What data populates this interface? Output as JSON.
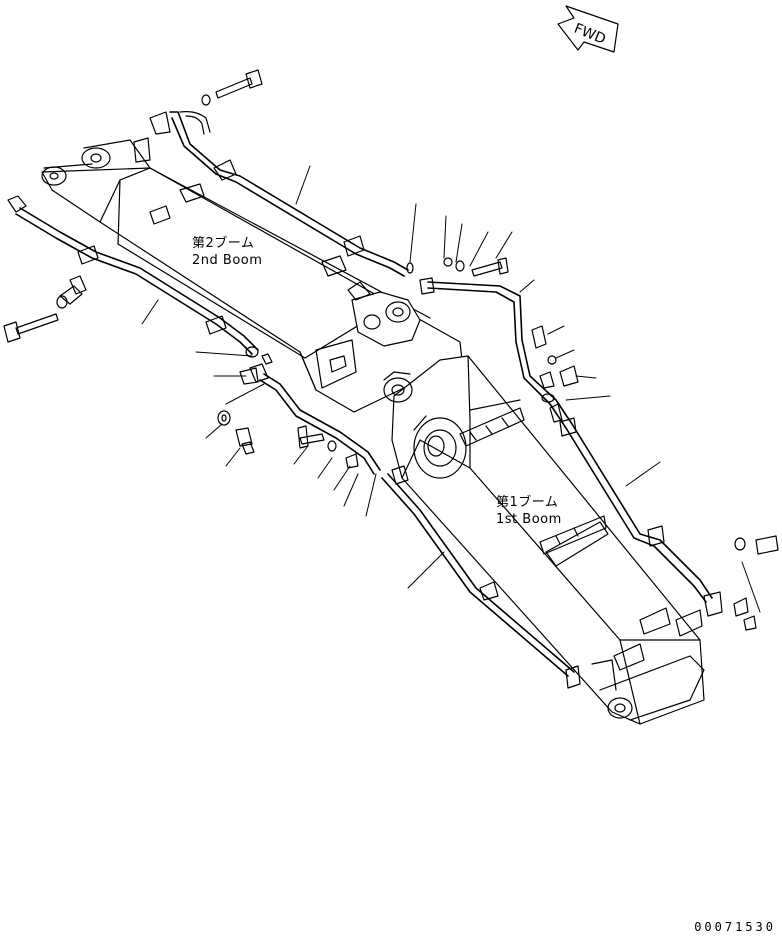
{
  "fwd_label": "FWD",
  "labels": {
    "second_boom_ja": "第2ブーム",
    "second_boom_en": "2nd Boom",
    "first_boom_ja": "第1ブーム",
    "first_boom_en": "1st Boom"
  },
  "drawing_code": "00071530"
}
